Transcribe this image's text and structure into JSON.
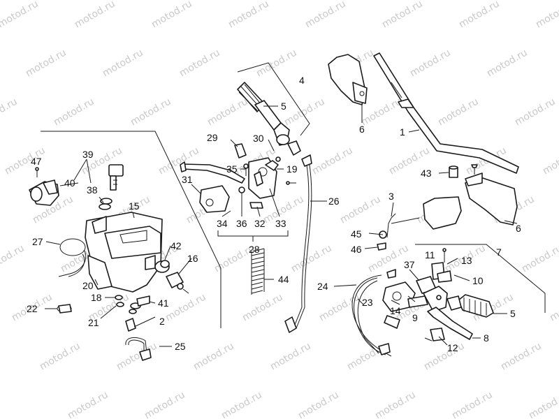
{
  "watermark": {
    "text": "motod.ru",
    "color": "#c9c9c9"
  },
  "diagram": {
    "line_color": "#1a1a1a",
    "labels": {
      "l1": "1",
      "l2": "2",
      "l3": "3",
      "l4": "4",
      "l5a": "5",
      "l5b": "5",
      "l6a": "6",
      "l6b": "6",
      "l7": "7",
      "l8": "8",
      "l9": "9",
      "l10": "10",
      "l11": "11",
      "l12": "12",
      "l13": "13",
      "l14": "14",
      "l15": "15",
      "l16": "16",
      "l18": "18",
      "l19": "19",
      "l20": "20",
      "l21": "21",
      "l22": "22",
      "l23": "23",
      "l24": "24",
      "l25": "25",
      "l26": "26",
      "l27": "27",
      "l28": "28",
      "l29": "29",
      "l30": "30",
      "l31": "31",
      "l32": "32",
      "l33": "33",
      "l34": "34",
      "l35": "35",
      "l36": "36",
      "l37": "37",
      "l38": "38",
      "l39": "39",
      "l40": "40",
      "l41": "41",
      "l42": "42",
      "l43": "43",
      "l44": "44",
      "l45": "45",
      "l46": "46",
      "l47": "47"
    }
  }
}
